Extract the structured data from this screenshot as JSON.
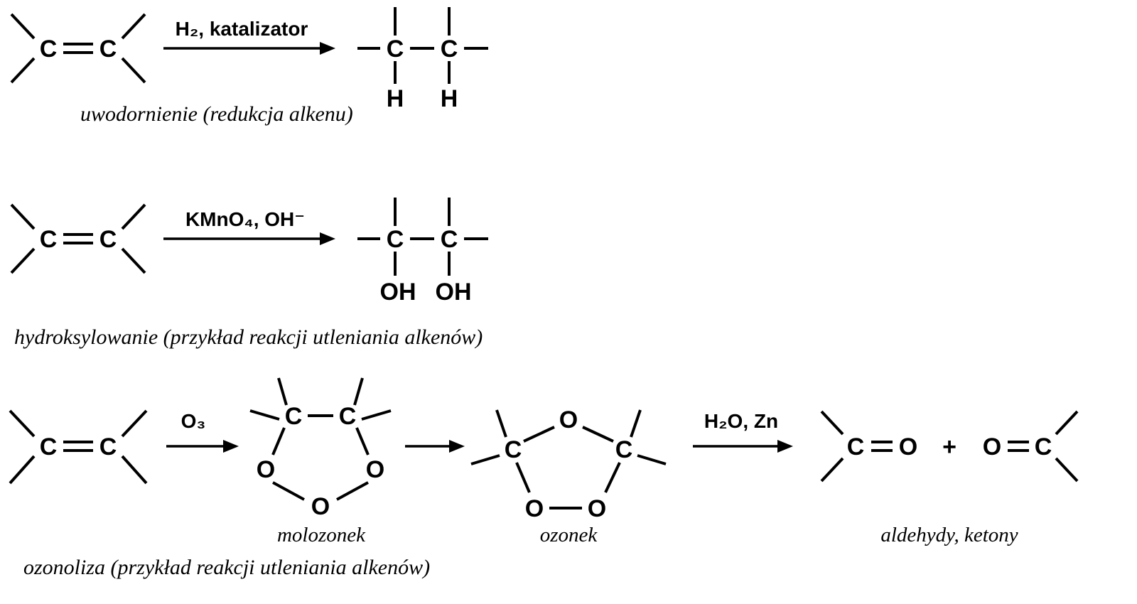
{
  "page": {
    "background": "#ffffff",
    "ink": "#000000"
  },
  "atoms": {
    "c": "C",
    "o": "O",
    "h": "H",
    "oh": "OH",
    "plus": "+"
  },
  "reactions": {
    "hydrogenation": {
      "reagent": "H₂, katalizator",
      "caption": "uwodornienie (redukcja alkenu)"
    },
    "hydroxylation": {
      "reagent": "KMnO₄, OH⁻",
      "caption": "hydroksylowanie (przykład reakcji utleniania alkenów)"
    },
    "ozonolysis": {
      "reagent1": "O₃",
      "reagent2": "H₂O, Zn",
      "intermediate1": "molozonek",
      "intermediate2": "ozonek",
      "products": "aldehydy, ketony",
      "caption": "ozonoliza (przykład reakcji utleniania alkenów)"
    }
  }
}
